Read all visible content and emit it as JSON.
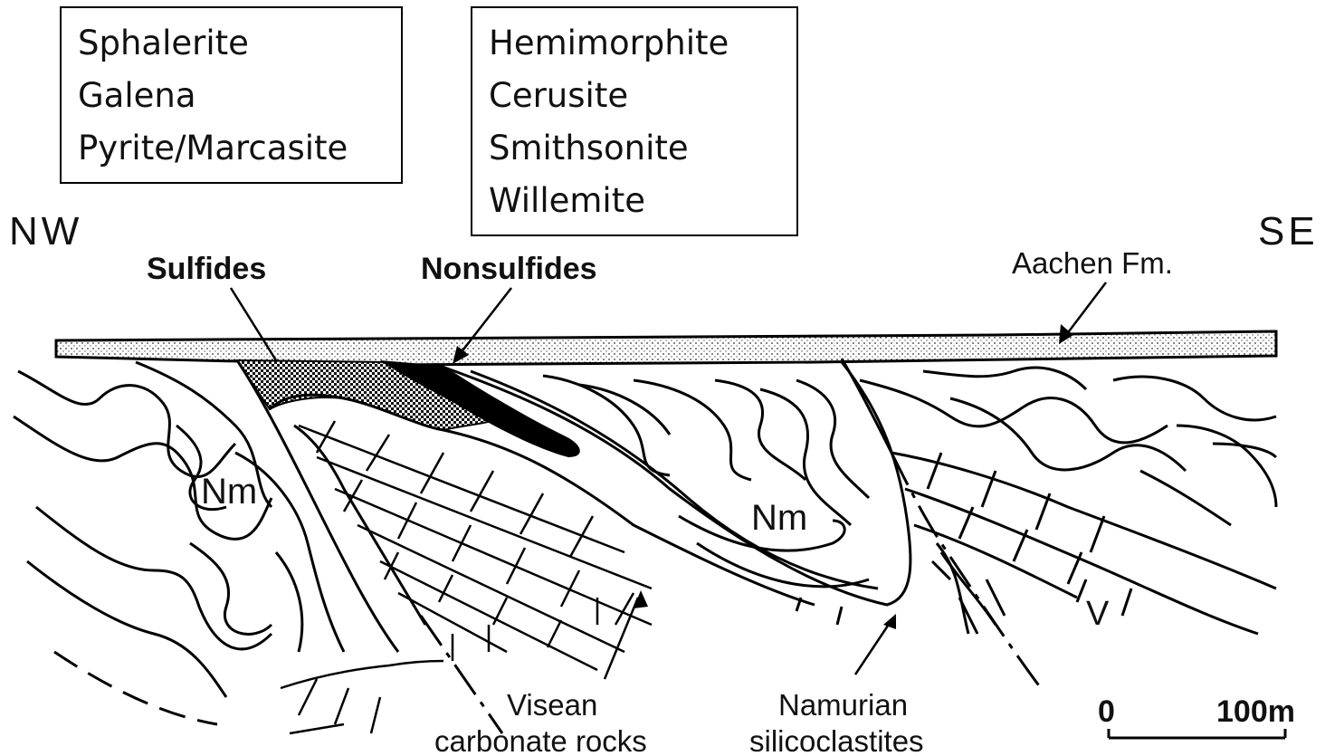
{
  "sulfide_minerals": [
    "Sphalerite",
    "Galena",
    "Pyrite/Marcasite"
  ],
  "nonsulfide_minerals": [
    "Hemimorphite",
    "Cerusite",
    "Smithsonite",
    "Willemite"
  ],
  "directions": {
    "left": "NW",
    "right": "SE"
  },
  "labels": {
    "sulfides": "Sulfides",
    "nonsulfides": "Nonsulfides",
    "aachen": "Aachen Fm.",
    "nm": "Nm",
    "v": "V",
    "visean_line1": "Visean",
    "visean_line2": "carbonate rocks",
    "namurian_line1": "Namurian",
    "namurian_line2": "silicoclastites"
  },
  "scale": {
    "start": "0",
    "end": "100m"
  }
}
